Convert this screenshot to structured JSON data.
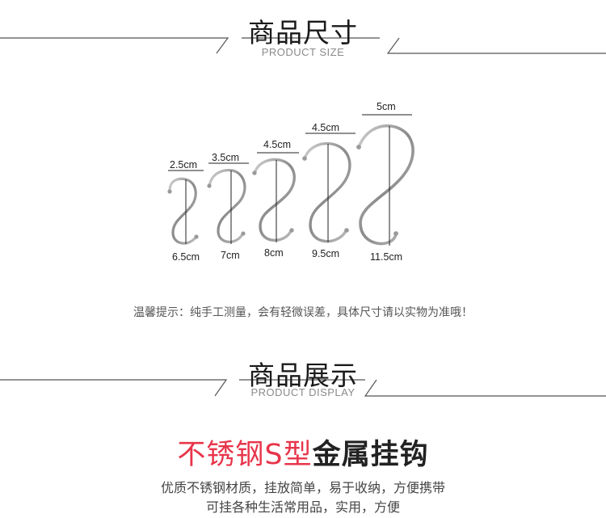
{
  "size_section": {
    "title": "商品尺寸",
    "subtitle": "PRODUCT SIZE"
  },
  "hooks": [
    {
      "width_label": "2.5cm",
      "height_label": "6.5cm"
    },
    {
      "width_label": "3.5cm",
      "height_label": "7cm"
    },
    {
      "width_label": "4.5cm",
      "height_label": "8cm"
    },
    {
      "width_label": "4.5cm",
      "height_label": "9.5cm"
    },
    {
      "width_label": "5cm",
      "height_label": "11.5cm"
    }
  ],
  "tip": "温馨提示：纯手工测量，会有轻微误差，具体尺寸请以实物为准哦！",
  "display_section": {
    "title": "商品展示",
    "subtitle": "PRODUCT DISPLAY"
  },
  "headline": {
    "red_part": "不锈钢S型",
    "dark_part": "金属挂钩"
  },
  "description": {
    "line1": "优质不锈钢材质，挂放简单，易于收纳，方便携带",
    "line2": "可挂各种生活常用品，实用，方便"
  },
  "colors": {
    "accent_red": "#e8354b",
    "rule_gray": "#555555"
  }
}
